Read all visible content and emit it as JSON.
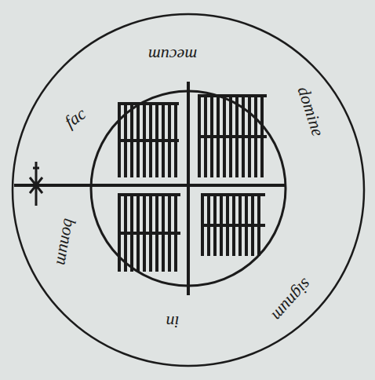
{
  "diagram": {
    "labels": [
      "fac",
      "mecum",
      "domine",
      "signum",
      "in",
      "bonum"
    ]
  }
}
